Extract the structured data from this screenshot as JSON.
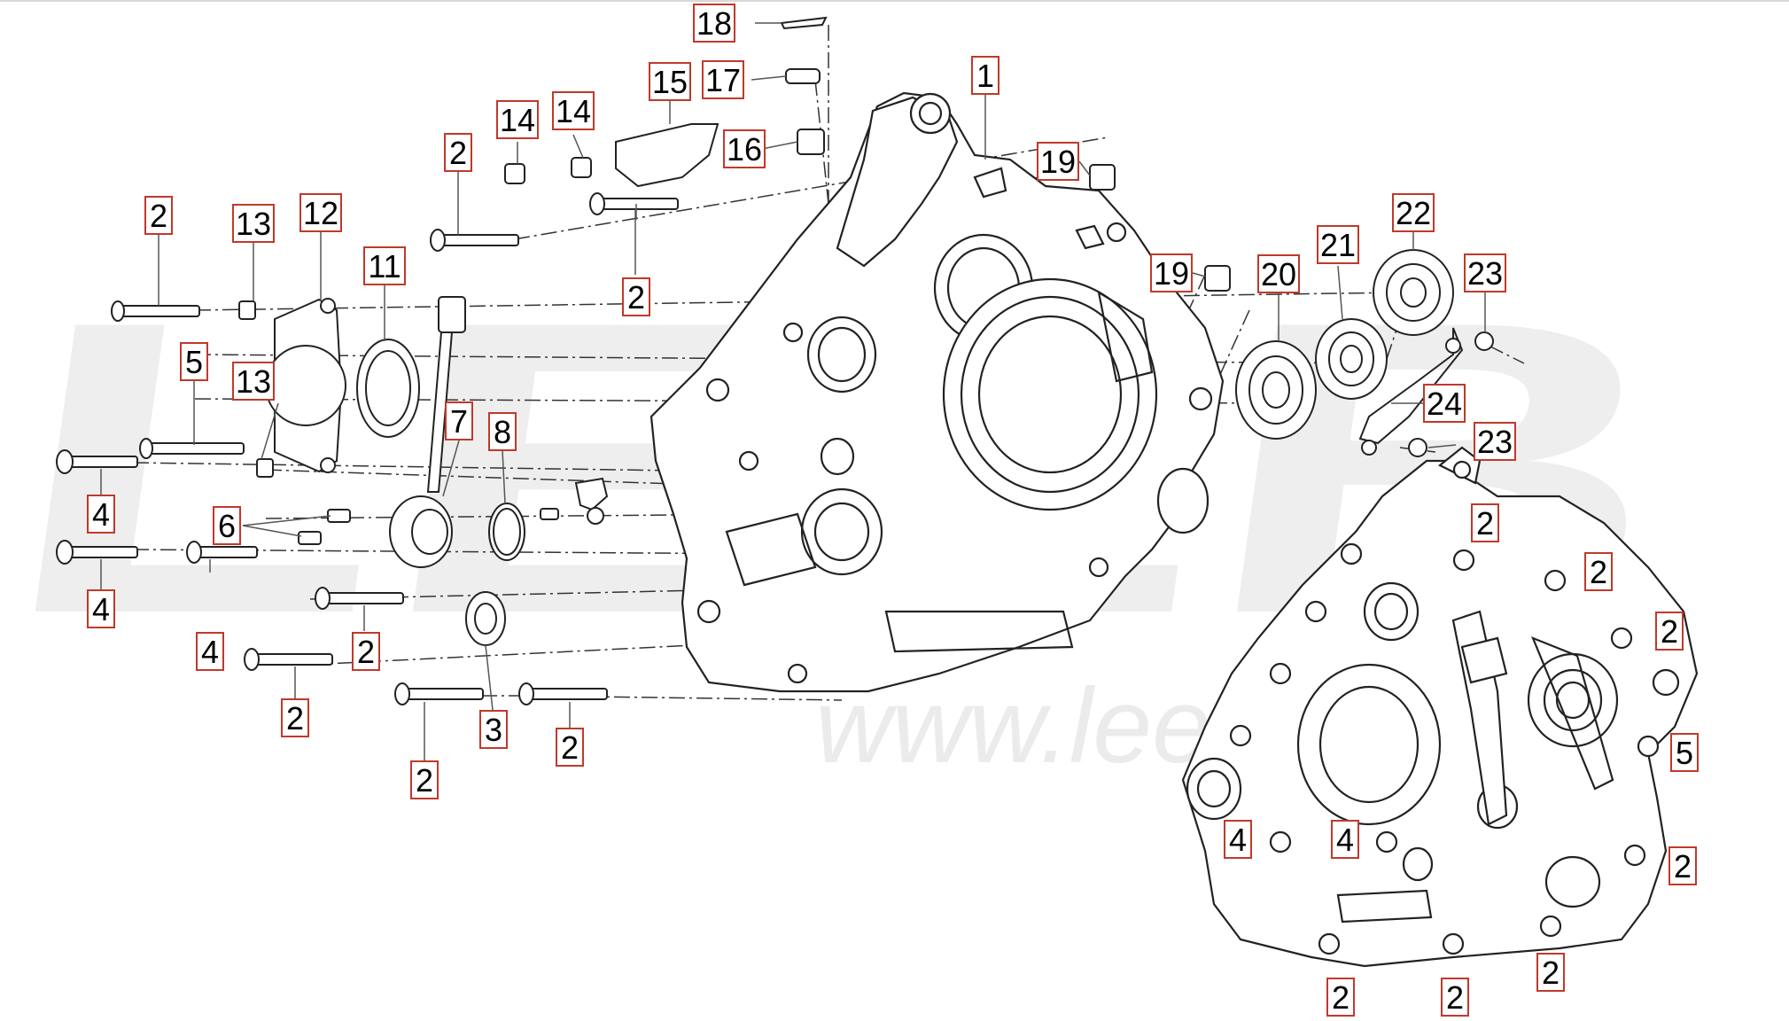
{
  "watermark": {
    "brand": "LEEB",
    "url": "www.leebmoto"
  },
  "colors": {
    "label_border": "#c0392b",
    "line": "#333333",
    "watermark": "#eeeeee"
  },
  "callouts": [
    {
      "id": "c1",
      "text": "1"
    },
    {
      "id": "c2a",
      "text": "2"
    },
    {
      "id": "c2b",
      "text": "2"
    },
    {
      "id": "c2c",
      "text": "2"
    },
    {
      "id": "c2d",
      "text": "2"
    },
    {
      "id": "c2e",
      "text": "2"
    },
    {
      "id": "c2f",
      "text": "2"
    },
    {
      "id": "c2g",
      "text": "2"
    },
    {
      "id": "c2h",
      "text": "2"
    },
    {
      "id": "c2i",
      "text": "2"
    },
    {
      "id": "c2j",
      "text": "2"
    },
    {
      "id": "c2k",
      "text": "2"
    },
    {
      "id": "c2l",
      "text": "2"
    },
    {
      "id": "c2m",
      "text": "2"
    },
    {
      "id": "c2n",
      "text": "2"
    },
    {
      "id": "c2o",
      "text": "2"
    },
    {
      "id": "c3",
      "text": "3"
    },
    {
      "id": "c4a",
      "text": "4"
    },
    {
      "id": "c4b",
      "text": "4"
    },
    {
      "id": "c4c",
      "text": "4"
    },
    {
      "id": "c4d",
      "text": "4"
    },
    {
      "id": "c4e",
      "text": "4"
    },
    {
      "id": "c5a",
      "text": "5"
    },
    {
      "id": "c5b",
      "text": "5"
    },
    {
      "id": "c6",
      "text": "6"
    },
    {
      "id": "c7",
      "text": "7"
    },
    {
      "id": "c8",
      "text": "8"
    },
    {
      "id": "c11",
      "text": "11"
    },
    {
      "id": "c12",
      "text": "12"
    },
    {
      "id": "c13a",
      "text": "13"
    },
    {
      "id": "c13b",
      "text": "13"
    },
    {
      "id": "c14a",
      "text": "14"
    },
    {
      "id": "c14b",
      "text": "14"
    },
    {
      "id": "c15",
      "text": "15"
    },
    {
      "id": "c16",
      "text": "16"
    },
    {
      "id": "c17",
      "text": "17"
    },
    {
      "id": "c18",
      "text": "18"
    },
    {
      "id": "c19a",
      "text": "19"
    },
    {
      "id": "c19b",
      "text": "19"
    },
    {
      "id": "c20",
      "text": "20"
    },
    {
      "id": "c21",
      "text": "21"
    },
    {
      "id": "c22",
      "text": "22"
    },
    {
      "id": "c23a",
      "text": "23"
    },
    {
      "id": "c23b",
      "text": "23"
    },
    {
      "id": "c24",
      "text": "24"
    }
  ]
}
